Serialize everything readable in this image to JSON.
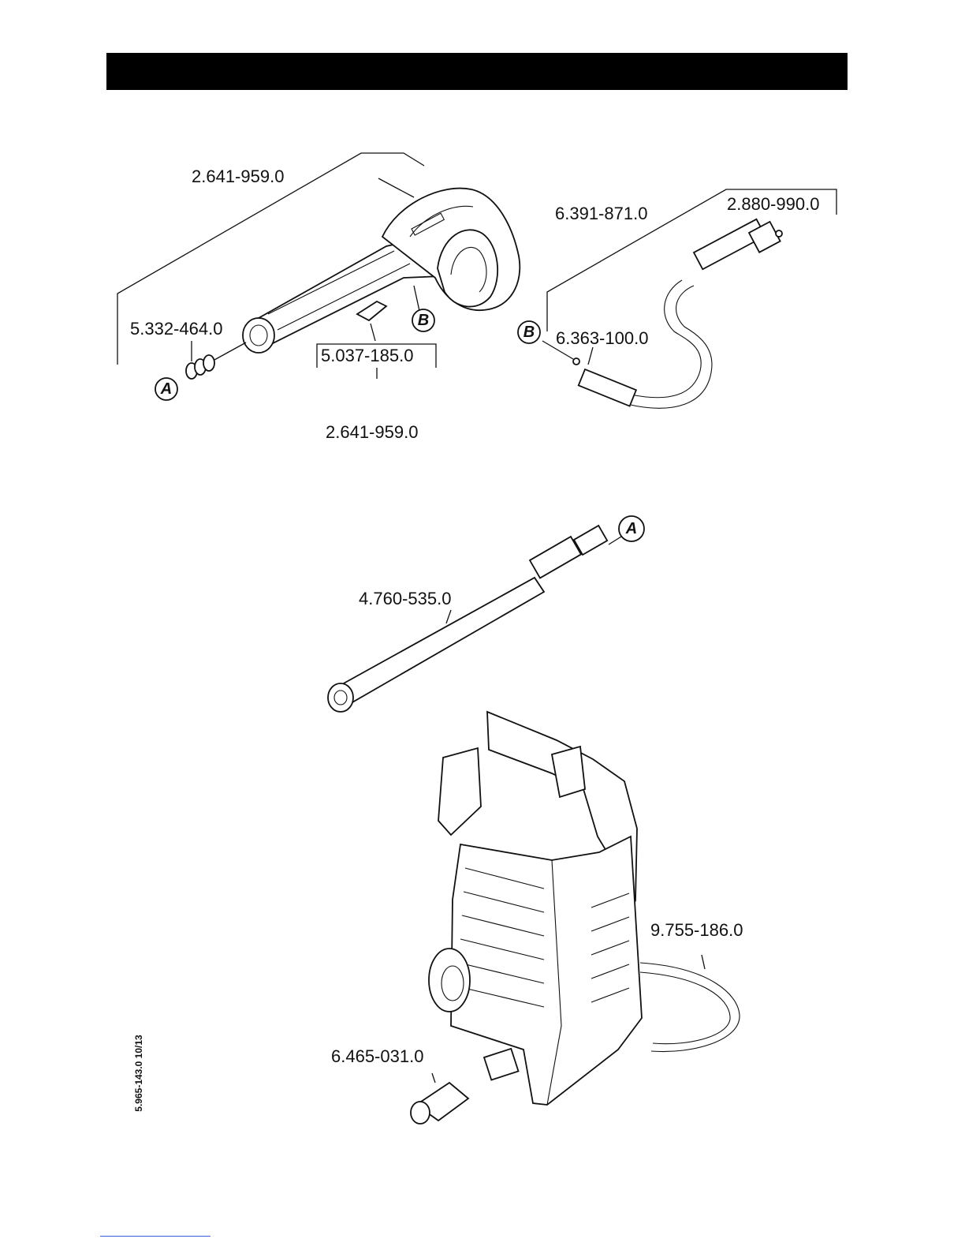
{
  "colors": {
    "header_bar": "#000000",
    "line_art": "#111111",
    "link_line": "#3b5bdb"
  },
  "callouts": {
    "gun_assembly_top": "2.641-959.0",
    "gun_assembly_bottom": "2.641-959.0",
    "o_ring_set": "5.332-464.0",
    "clip": "5.037-185.0",
    "hose": "6.391-871.0",
    "hose_end_fitting": "2.880-990.0",
    "hose_o_ring": "6.363-100.0",
    "spray_lance": "4.760-535.0",
    "power_cord": "9.755-186.0",
    "water_inlet": "6.465-031.0"
  },
  "markers": {
    "a_left": "A",
    "b_gun": "B",
    "b_hose": "B",
    "a_lance": "A"
  },
  "doc_code": "5.965-143.0  10/13"
}
